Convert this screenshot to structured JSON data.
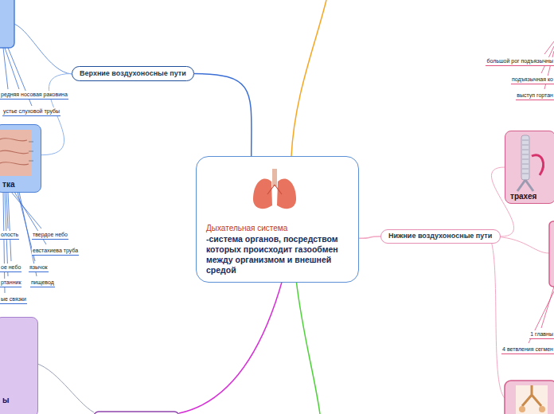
{
  "diagram": {
    "nodes": [
      {
        "text": [
          "Дыхательная система",
          "-система органов, посредством которых происходит газообмен между организмом и внешней средой"
        ]
      },
      {
        "text": [
          "Верхние воздухоносные пути"
        ]
      },
      {
        "text": [
          "тка"
        ]
      },
      {
        "text": [
          "ы"
        ]
      },
      {
        "text": [
          "Нижние воздухоносные пути"
        ]
      },
      {
        "text": [
          "трахея"
        ]
      }
    ],
    "edges": [
      {
        "from": 0,
        "to": 1,
        "arrow": "none"
      },
      {
        "from": 1,
        "to": 2,
        "arrow": "none"
      },
      {
        "from": 0,
        "to": 4,
        "arrow": "none"
      },
      {
        "from": 4,
        "to": 5,
        "arrow": "none"
      }
    ],
    "labels": [
      "редняя носовая раковина",
      "устье слуховой трубы",
      "олость",
      "твердое небо",
      "евстахиева труба",
      "ое небо",
      "язычок",
      "ртанник",
      "пищевод",
      "ые связки",
      "большой рог подъязычны",
      "подъязычная ко",
      "выступ гортан",
      "1 главны",
      "4 ветвления сегмен"
    ]
  }
}
